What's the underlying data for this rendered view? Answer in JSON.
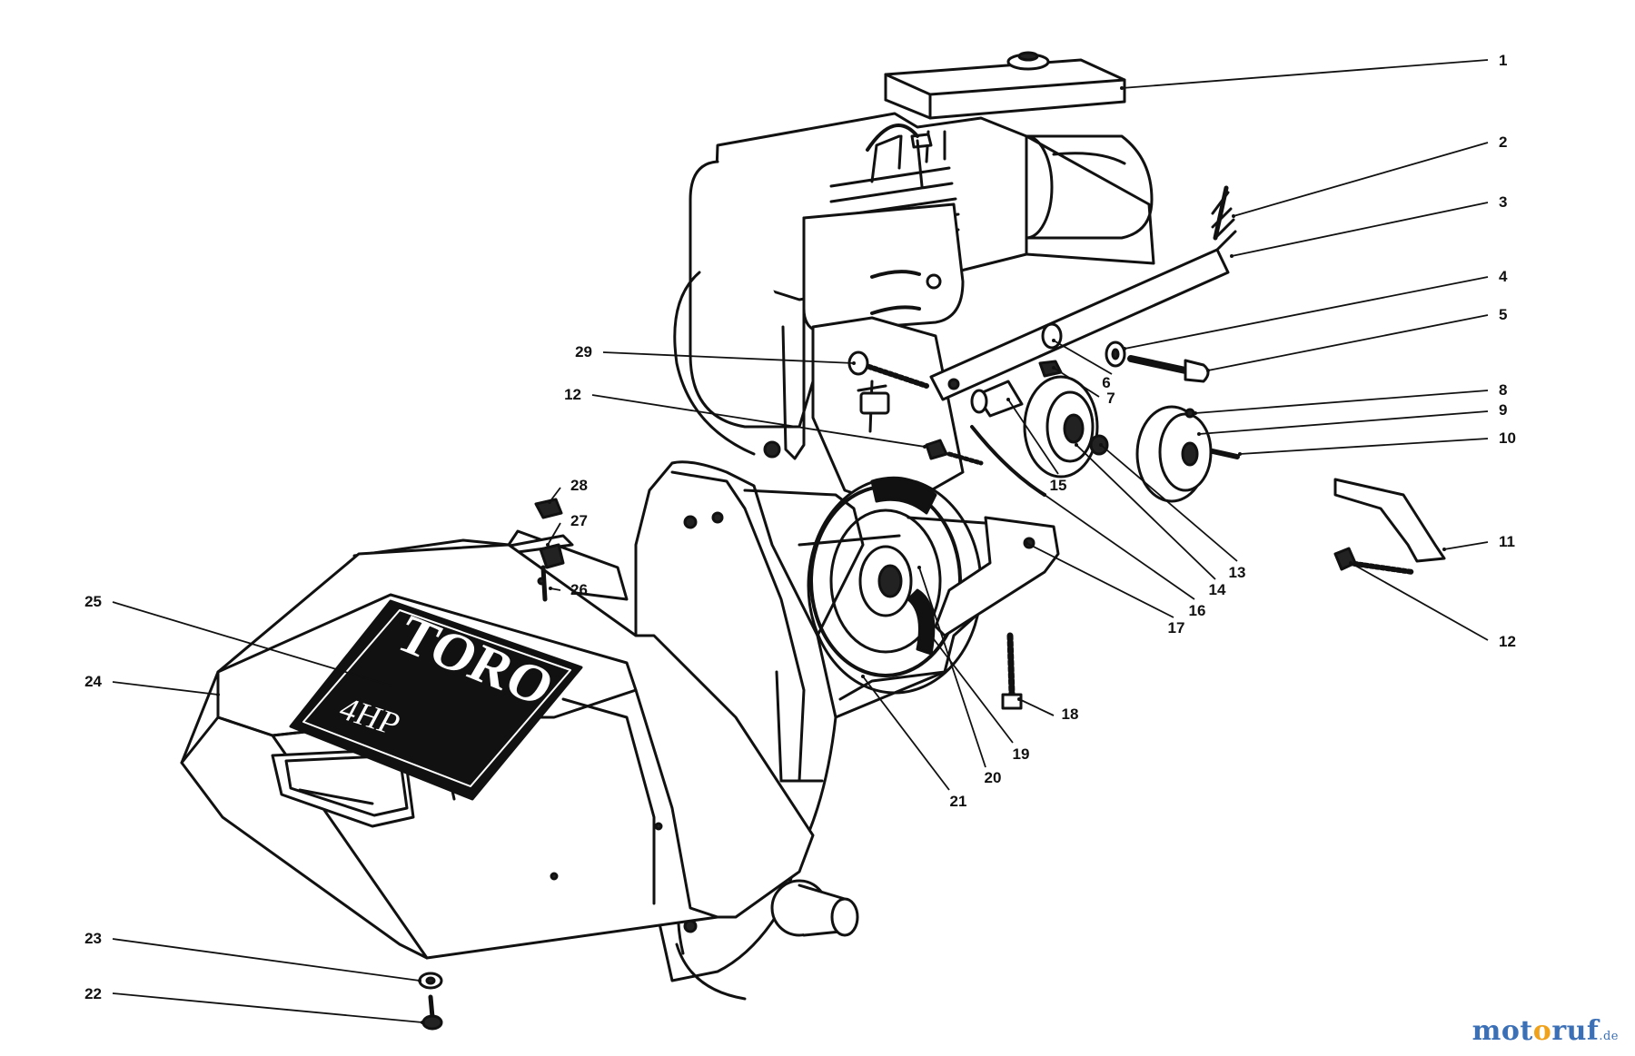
{
  "diagram": {
    "brand_text": "TORO",
    "power_text": "4HP",
    "callouts": [
      {
        "id": "c1",
        "label": "1"
      },
      {
        "id": "c2",
        "label": "2"
      },
      {
        "id": "c3",
        "label": "3"
      },
      {
        "id": "c4",
        "label": "4"
      },
      {
        "id": "c5",
        "label": "5"
      },
      {
        "id": "c6",
        "label": "6"
      },
      {
        "id": "c7",
        "label": "7"
      },
      {
        "id": "c8",
        "label": "8"
      },
      {
        "id": "c9",
        "label": "9"
      },
      {
        "id": "c10",
        "label": "10"
      },
      {
        "id": "c11",
        "label": "11"
      },
      {
        "id": "c12a",
        "label": "12"
      },
      {
        "id": "c12b",
        "label": "12"
      },
      {
        "id": "c13",
        "label": "13"
      },
      {
        "id": "c14",
        "label": "14"
      },
      {
        "id": "c15",
        "label": "15"
      },
      {
        "id": "c16",
        "label": "16"
      },
      {
        "id": "c17",
        "label": "17"
      },
      {
        "id": "c18",
        "label": "18"
      },
      {
        "id": "c19",
        "label": "19"
      },
      {
        "id": "c20",
        "label": "20"
      },
      {
        "id": "c21",
        "label": "21"
      },
      {
        "id": "c22",
        "label": "22"
      },
      {
        "id": "c23",
        "label": "23"
      },
      {
        "id": "c24",
        "label": "24"
      },
      {
        "id": "c25",
        "label": "25"
      },
      {
        "id": "c26",
        "label": "26"
      },
      {
        "id": "c27",
        "label": "27"
      },
      {
        "id": "c28",
        "label": "28"
      },
      {
        "id": "c29",
        "label": "29"
      }
    ]
  },
  "watermark": {
    "prefix": "mot",
    "o_char": "o",
    "suffix": "ruf",
    "tld": ".de",
    "colors": {
      "main": "#3b6fb6",
      "accent": "#f0a21a"
    }
  }
}
